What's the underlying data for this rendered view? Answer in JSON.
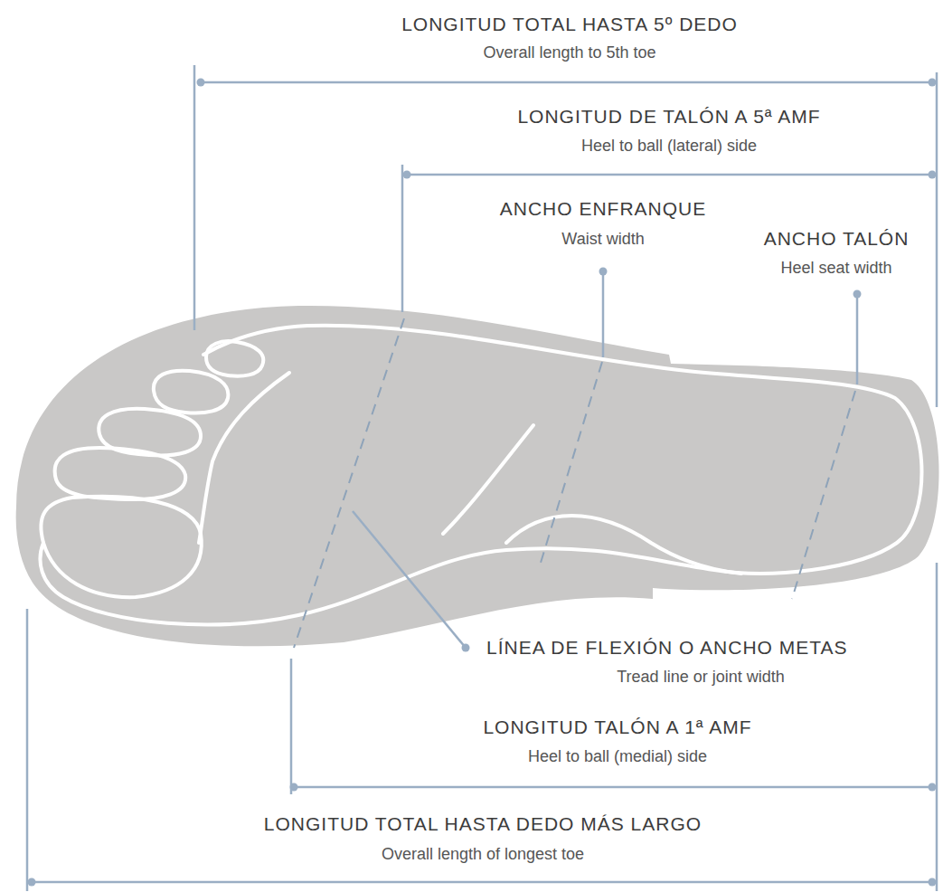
{
  "diagram": {
    "labels": [
      "LONGITUD TOTAL HASTA 5º DEDO",
      "Overall length to 5th toe",
      "LONGITUD DE TALÓN A 5ª AMF",
      "Heel to ball (lateral) side",
      "ANCHO ENFRANQUE",
      "Waist width",
      "ANCHO TALÓN",
      "Heel seat width",
      "LÍNEA DE FLEXIÓN O ANCHO METAS",
      "Tread line or joint width",
      "LONGITUD TALÓN A 1ª AMF",
      "Heel to ball (medial) side",
      "LONGITUD TOTAL HASTA DEDO MÁS LARGO",
      "Overall length of longest toe"
    ]
  }
}
